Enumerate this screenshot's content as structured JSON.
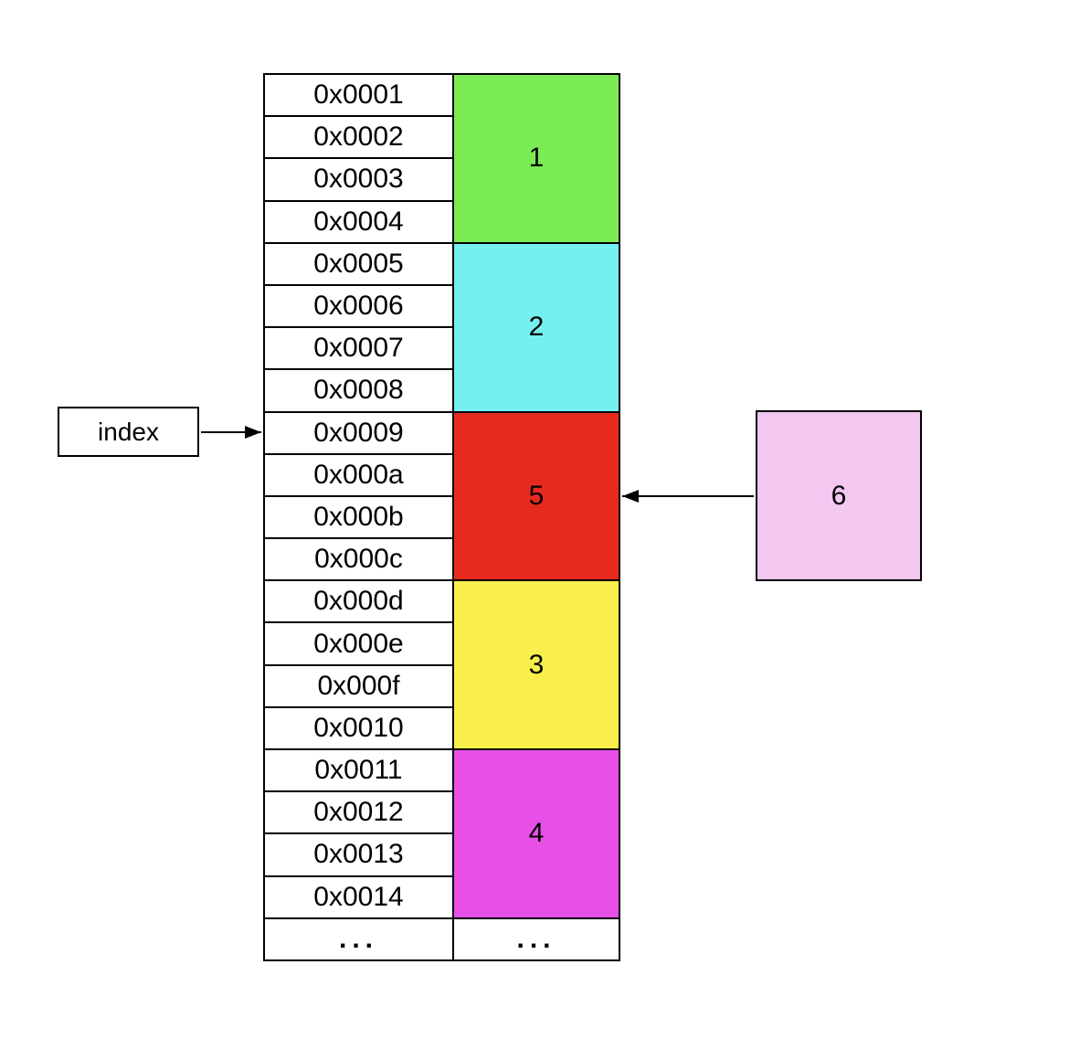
{
  "canvas": {
    "background": "#ffffff",
    "line_color": "#000000"
  },
  "index_pointer": {
    "label": "index",
    "points_to_address": "0x0009"
  },
  "memory_table": {
    "address_rows": [
      "0x0001",
      "0x0002",
      "0x0003",
      "0x0004",
      "0x0005",
      "0x0006",
      "0x0007",
      "0x0008",
      "0x0009",
      "0x000a",
      "0x000b",
      "0x000c",
      "0x000d",
      "0x000e",
      "0x000f",
      "0x0010",
      "0x0011",
      "0x0012",
      "0x0013",
      "0x0014",
      "..."
    ],
    "blocks": [
      {
        "label": "1",
        "color": "#7cec55"
      },
      {
        "label": "2",
        "color": "#75f0f0"
      },
      {
        "label": "5",
        "color": "#e62b1e"
      },
      {
        "label": "3",
        "color": "#f8ef4d"
      },
      {
        "label": "4",
        "color": "#e650e6"
      }
    ],
    "ellipsis": "..."
  },
  "external_block": {
    "label": "6",
    "color": "#f2c7f0",
    "points_to_block": "5"
  }
}
